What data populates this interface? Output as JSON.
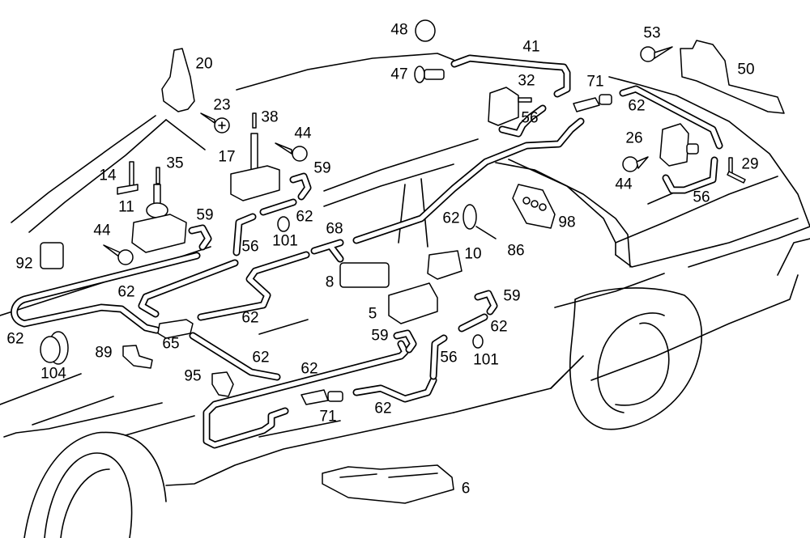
{
  "diagram": {
    "title": "Vehicle central locking vacuum system parts diagram",
    "background_color": "#ffffff",
    "line_color": "#000000"
  },
  "callouts": [
    {
      "label": "48",
      "part": "clip"
    },
    {
      "label": "41",
      "part": "vacuum line"
    },
    {
      "label": "47",
      "part": "expanding rivet"
    },
    {
      "label": "32",
      "part": "vacuum element"
    },
    {
      "label": "71",
      "part": "connector"
    },
    {
      "label": "53",
      "part": "screw"
    },
    {
      "label": "50",
      "part": "cover"
    },
    {
      "label": "62",
      "part": "vacuum line"
    },
    {
      "label": "56",
      "part": "hose"
    },
    {
      "label": "26",
      "part": "vacuum element"
    },
    {
      "label": "44",
      "part": "screw"
    },
    {
      "label": "29",
      "part": "pin"
    },
    {
      "label": "56",
      "part": "hose"
    },
    {
      "label": "20",
      "part": "bracket"
    },
    {
      "label": "23",
      "part": "screw"
    },
    {
      "label": "38",
      "part": "pin"
    },
    {
      "label": "44",
      "part": "screw"
    },
    {
      "label": "17",
      "part": "vacuum element"
    },
    {
      "label": "59",
      "part": "hose elbow"
    },
    {
      "label": "35",
      "part": "pin"
    },
    {
      "label": "14",
      "part": "lever"
    },
    {
      "label": "11",
      "part": "vacuum element"
    },
    {
      "label": "59",
      "part": "hose elbow"
    },
    {
      "label": "62",
      "part": "vacuum line"
    },
    {
      "label": "101",
      "part": "grommet"
    },
    {
      "label": "56",
      "part": "hose"
    },
    {
      "label": "68",
      "part": "T-connector"
    },
    {
      "label": "44",
      "part": "screw"
    },
    {
      "label": "92",
      "part": "clip"
    },
    {
      "label": "62",
      "part": "vacuum line"
    },
    {
      "label": "98",
      "part": "grommet plate"
    },
    {
      "label": "86",
      "part": "cable tie"
    },
    {
      "label": "10",
      "part": "switch valve"
    },
    {
      "label": "8",
      "part": "multi-way valve"
    },
    {
      "label": "5",
      "part": "pressure pump"
    },
    {
      "label": "59",
      "part": "hose elbow"
    },
    {
      "label": "62",
      "part": "vacuum line"
    },
    {
      "label": "59",
      "part": "hose elbow"
    },
    {
      "label": "56",
      "part": "hose"
    },
    {
      "label": "101",
      "part": "grommet"
    },
    {
      "label": "62",
      "part": "vacuum line"
    },
    {
      "label": "62",
      "part": "vacuum line"
    },
    {
      "label": "62",
      "part": "vacuum line"
    },
    {
      "label": "65",
      "part": "cross connector"
    },
    {
      "label": "89",
      "part": "clips"
    },
    {
      "label": "104",
      "part": "grommet"
    },
    {
      "label": "62",
      "part": "vacuum line"
    },
    {
      "label": "95",
      "part": "clip"
    },
    {
      "label": "62",
      "part": "vacuum line"
    },
    {
      "label": "71",
      "part": "connector"
    },
    {
      "label": "62",
      "part": "vacuum line"
    },
    {
      "label": "6",
      "part": "pump housing tray"
    }
  ]
}
